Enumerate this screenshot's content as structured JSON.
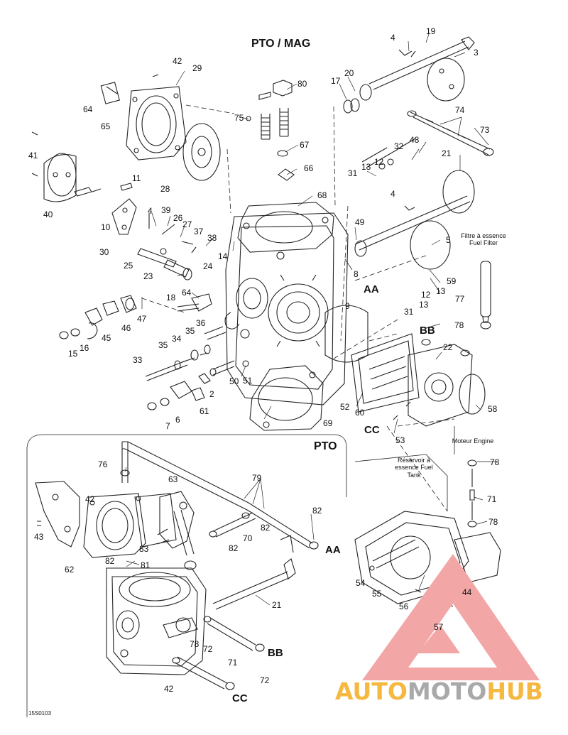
{
  "headers": {
    "pto_mag": "PTO / MAG",
    "pto": "PTO"
  },
  "connectors": {
    "aa_top": "AA",
    "bb_top": "BB",
    "cc_top": "CC",
    "aa_bottom": "AA",
    "bb_bottom": "BB",
    "cc_bottom": "CC"
  },
  "notes": {
    "fuel_filter": "Filtre à essence Fuel Filter",
    "fuel_tank": "Réservoir à essence Fuel Tank",
    "engine": "Moteur Engine"
  },
  "figure_code": "15S0103",
  "watermark": {
    "part1": "AUTO",
    "part2": "MOTO",
    "part3": "HUB"
  },
  "part_numbers": {
    "p19": "19",
    "p4a": "4",
    "p3": "3",
    "p42a": "42",
    "p29": "29",
    "p80": "80",
    "p17": "17",
    "p20": "20",
    "p64a": "64",
    "p65": "65",
    "p75": "75",
    "p74": "74",
    "p73": "73",
    "p41": "41",
    "p67": "67",
    "p32": "32",
    "p48": "48",
    "p21a": "21",
    "p66": "66",
    "p13a": "13",
    "p12a": "12",
    "p31a": "31",
    "p28": "28",
    "p11": "11",
    "p68": "68",
    "p4b": "4",
    "p40": "40",
    "p4c": "4",
    "p39": "39",
    "p26": "26",
    "p27": "27",
    "p10": "10",
    "p37": "37",
    "p38": "38",
    "p30": "30",
    "p49": "49",
    "p5": "5",
    "p14": "14",
    "p25": "25",
    "p24": "24",
    "p23": "23",
    "p8": "8",
    "p59": "59",
    "p12b": "12",
    "p13b": "13",
    "p77": "77",
    "p18": "18",
    "p64b": "64",
    "p9": "9",
    "p31b": "31",
    "p13c": "13",
    "p47": "47",
    "p36": "36",
    "p46": "46",
    "p78a": "78",
    "p35a": "35",
    "p45": "45",
    "p34": "34",
    "p15": "15",
    "p16": "16",
    "p35b": "35",
    "p22": "22",
    "p33": "33",
    "p50": "50",
    "p51": "51",
    "p2": "2",
    "p60": "60",
    "p52": "52",
    "p58": "58",
    "p61": "61",
    "p7": "7",
    "p6": "6",
    "p69": "69",
    "p53": "53",
    "p76": "76",
    "p79": "79",
    "p78b": "78",
    "p63": "63",
    "p42b": "42",
    "p82a": "82",
    "p82b": "82",
    "p71a": "71",
    "p43": "43",
    "p70": "70",
    "p82c": "82",
    "p78c": "78",
    "p83": "83",
    "p82d": "82",
    "p81": "81",
    "p62": "62",
    "p54": "54",
    "p55": "55",
    "p44": "44",
    "p21b": "21",
    "p56": "56",
    "p57": "57",
    "p78d": "78",
    "p72a": "72",
    "p71b": "71",
    "p42c": "42",
    "p72b": "72"
  }
}
